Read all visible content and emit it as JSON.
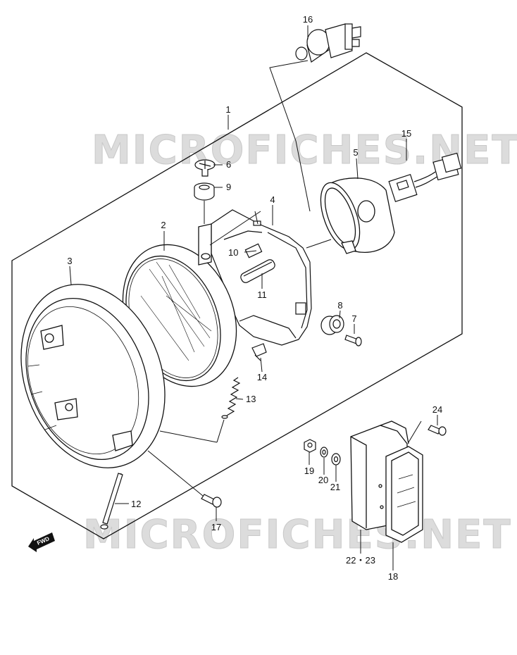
{
  "watermark": "MICROFICHES.NET",
  "fwd_label": "FWD",
  "callouts": [
    {
      "id": "c16",
      "text": "16"
    },
    {
      "id": "c1",
      "text": "1"
    },
    {
      "id": "c15",
      "text": "15"
    },
    {
      "id": "c5",
      "text": "5"
    },
    {
      "id": "c6",
      "text": "6"
    },
    {
      "id": "c9",
      "text": "9"
    },
    {
      "id": "c4",
      "text": "4"
    },
    {
      "id": "c2",
      "text": "2"
    },
    {
      "id": "c10",
      "text": "10"
    },
    {
      "id": "c3",
      "text": "3"
    },
    {
      "id": "c11",
      "text": "11"
    },
    {
      "id": "c8",
      "text": "8"
    },
    {
      "id": "c7",
      "text": "7"
    },
    {
      "id": "c14",
      "text": "14"
    },
    {
      "id": "c13",
      "text": "13"
    },
    {
      "id": "c24",
      "text": "24"
    },
    {
      "id": "c19",
      "text": "19"
    },
    {
      "id": "c20",
      "text": "20"
    },
    {
      "id": "c21",
      "text": "21"
    },
    {
      "id": "c12",
      "text": "12"
    },
    {
      "id": "c17",
      "text": "17"
    },
    {
      "id": "c22",
      "text": "22・23"
    },
    {
      "id": "c18",
      "text": "18"
    }
  ]
}
